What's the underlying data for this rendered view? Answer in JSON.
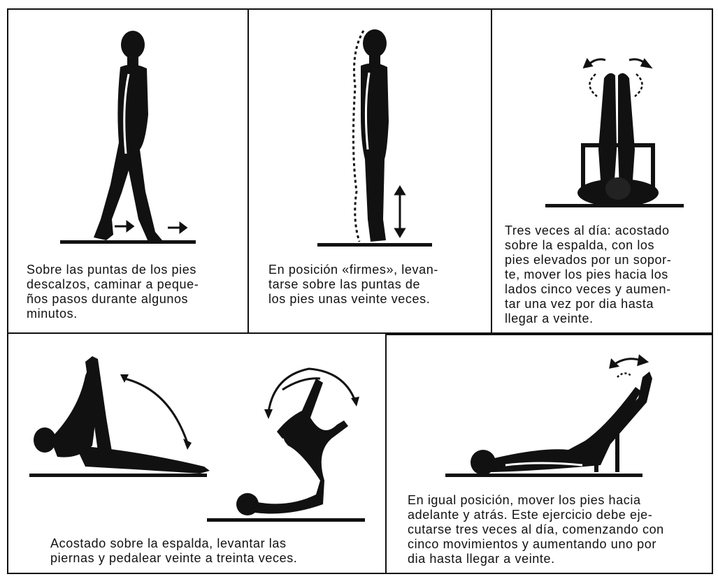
{
  "panels": [
    {
      "caption": "Sobre las puntas de los pies\ndescalzos, caminar a peque-\nños pasos durante algunos\nminutos."
    },
    {
      "caption": "En posición «firmes», levan-\ntarse sobre las puntas de\nlos pies unas veinte veces."
    },
    {
      "caption": "Tres veces al día: acostado\nsobre la espalda, con los\npies elevados por un sopor-\nte, mover los pies hacia los\nlados cinco veces y aumen-\ntar una vez por dia hasta\nllegar a veinte."
    },
    {
      "caption": "Acostado sobre la espalda, levantar las\npiernas y pedalear veinte a treinta veces."
    },
    {
      "caption": "En igual posición, mover los pies hacia\nadelante y atrás. Este ejercicio debe eje-\ncutarse tres veces al día, comenzando con\ncinco movimientos y aumentando uno por\ndia hasta llegar a veinte."
    }
  ],
  "icons": [
    "walking-figure",
    "standing-figure",
    "lying-legs-raised-figure",
    "leg-raise-figure",
    "pedaling-figure",
    "legs-on-support-figure"
  ]
}
